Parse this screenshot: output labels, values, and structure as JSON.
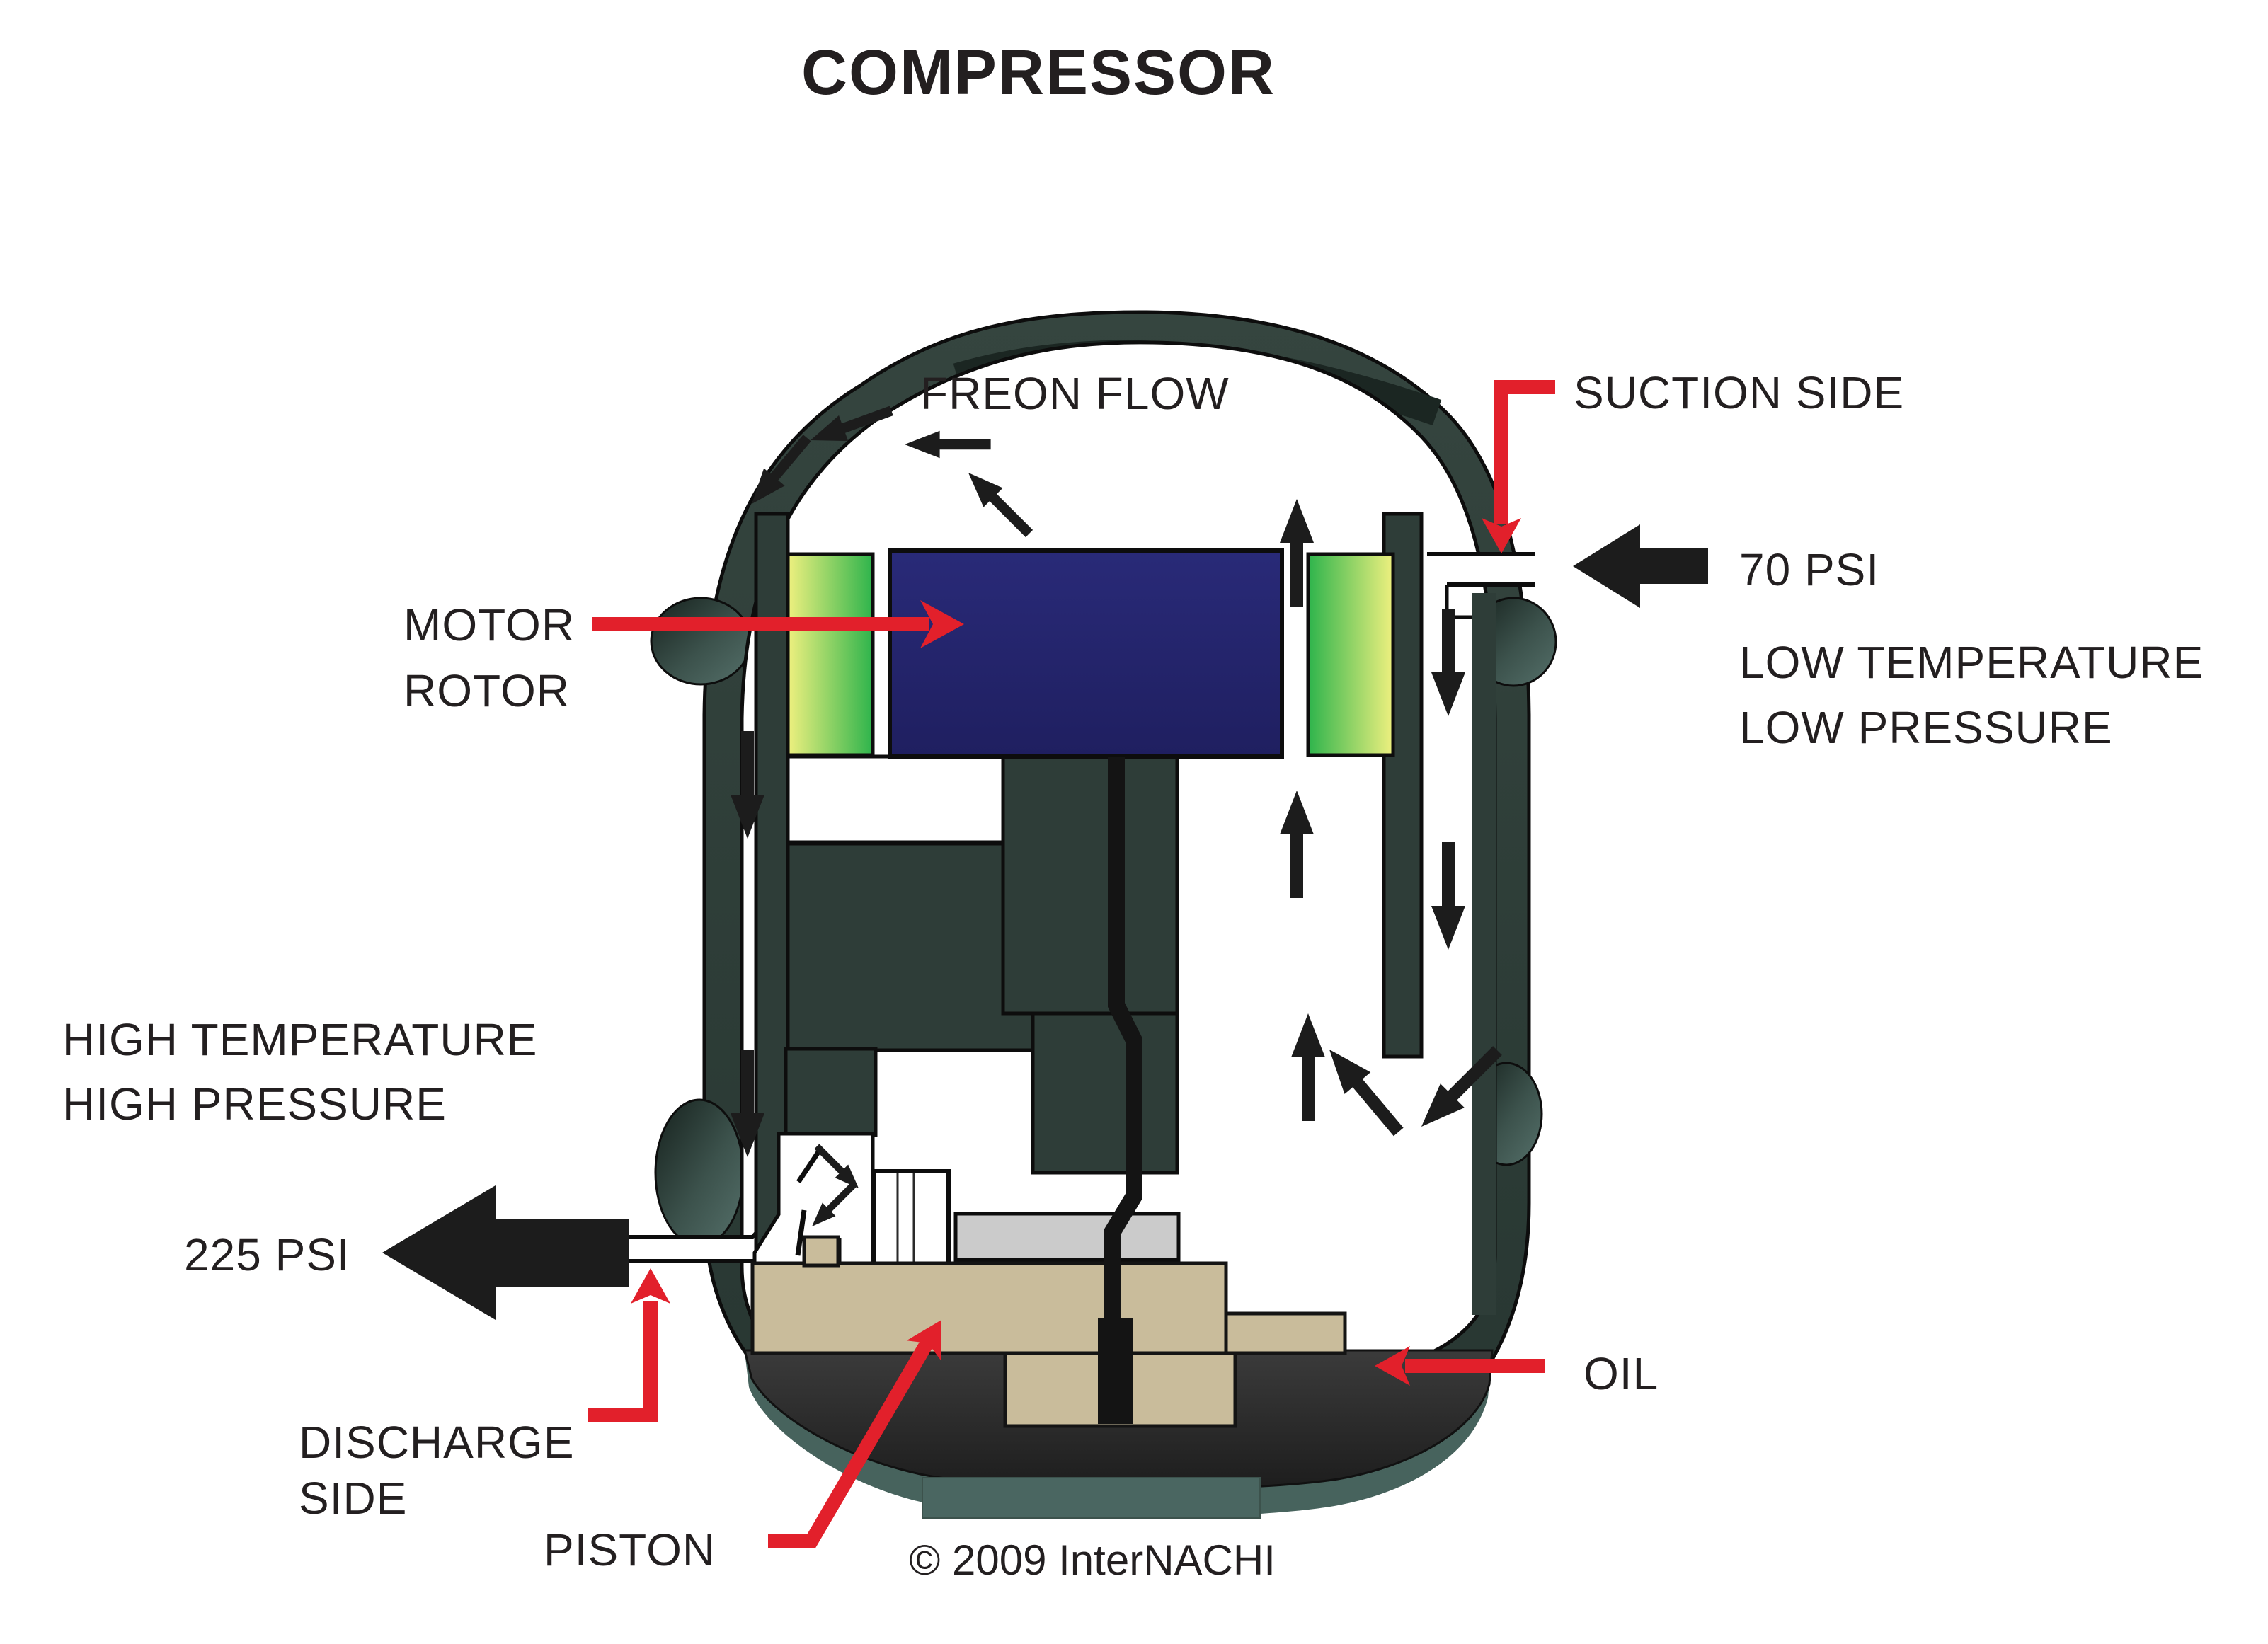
{
  "page": {
    "title": "COMPRESSOR"
  },
  "labels": {
    "freon_flow": "FREON FLOW",
    "suction_side": "SUCTION SIDE",
    "suction_pressure": "70 PSI",
    "suction_condition_line1": "LOW TEMPERATURE",
    "suction_condition_line2": "LOW PRESSURE",
    "motor_rotor_line1": "MOTOR",
    "motor_rotor_line2": "ROTOR",
    "discharge_condition_line1": "HIGH TEMPERATURE",
    "discharge_condition_line2": "HIGH PRESSURE",
    "discharge_pressure": "225 PSI",
    "discharge_side_line1": "DISCHARGE",
    "discharge_side_line2": "SIDE",
    "piston": "PISTON",
    "oil": "OIL"
  },
  "footer": {
    "copyright": "© 2009 InterNACHI"
  },
  "colors": {
    "annotation_red": "#e2202b",
    "ink_black": "#231f20",
    "arrow_black": "#1c1c1c",
    "shell_green": "#2e3d38",
    "shell_cap_dark": "#1b2622",
    "rotor_navy": "#24246c",
    "winding_yellow": "#eef07f",
    "winding_green": "#2eb44c",
    "deck_tan": "#c9bc9b",
    "oil_dark": "#2e2e2e",
    "sump_rim_teal": "#47635d",
    "foot_teal": "#4a6661",
    "rod_gray": "#cbcbcb"
  }
}
